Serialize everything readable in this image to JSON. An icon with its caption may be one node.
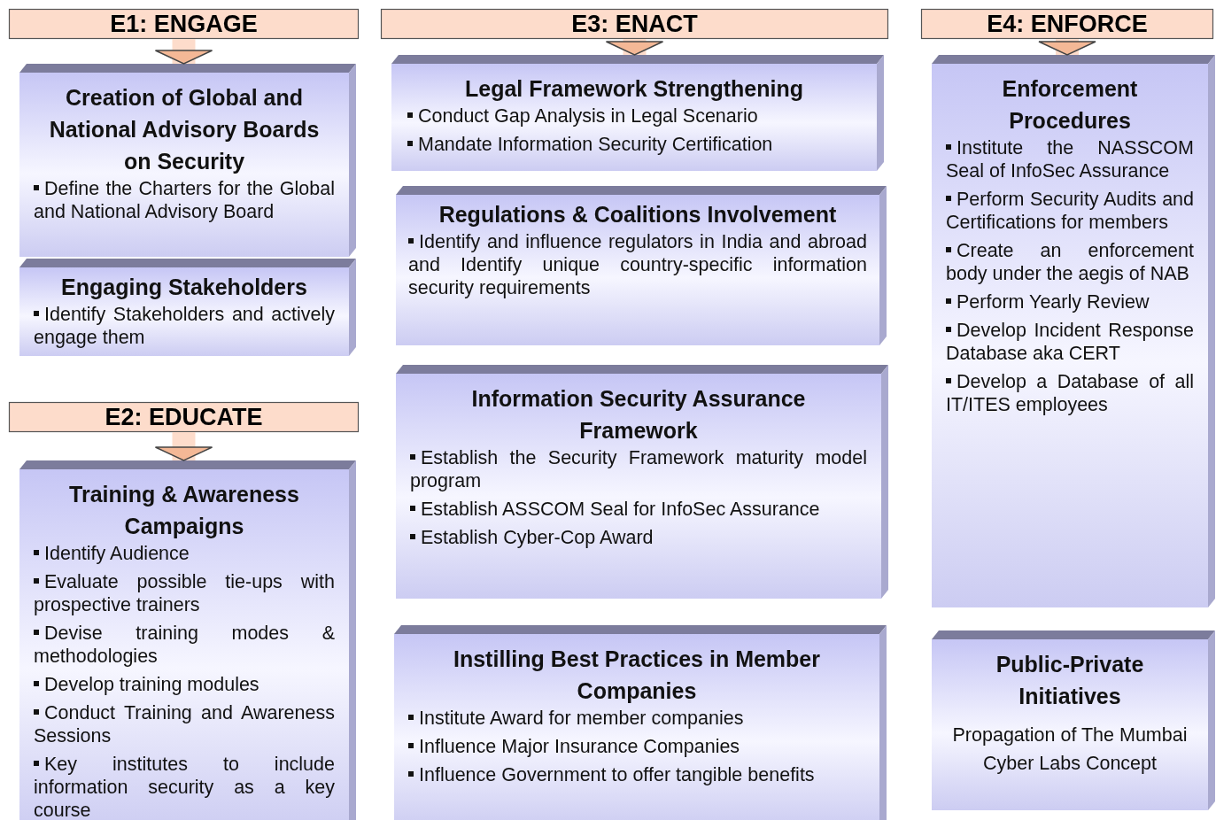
{
  "diagram": {
    "nodes": [
      {
        "text": [
          "E1: ENGAGE"
        ]
      },
      {
        "text": [
          "Creation of Global and National Advisory Boards on Security",
          "Define the Charters for the Global and National Advisory Board"
        ]
      },
      {
        "text": [
          "Engaging Stakeholders",
          "Identify Stakeholders and actively engage them"
        ]
      },
      {
        "text": [
          "E2: EDUCATE"
        ]
      },
      {
        "text": [
          "Training & Awareness Campaigns",
          "Identify Audience",
          "Evaluate possible tie-ups with prospective trainers",
          "Devise training modes & methodologies",
          "Develop training modules",
          "Conduct Training and Awareness Sessions",
          "Key institutes to include information security as a key course"
        ]
      },
      {
        "text": [
          "E3: ENACT"
        ]
      },
      {
        "text": [
          "Legal Framework Strengthening",
          "Conduct Gap Analysis in Legal Scenario",
          "Mandate Information Security Certification"
        ]
      },
      {
        "text": [
          "Regulations & Coalitions Involvement",
          "Identify and influence regulators in India and abroad and Identify unique country-specific information security requirements"
        ]
      },
      {
        "text": [
          "Information Security Assurance Framework",
          "Establish the Security Framework maturity model program",
          "Establish ASSCOM Seal for InfoSec Assurance",
          "Establish Cyber-Cop Award"
        ]
      },
      {
        "text": [
          "Instilling Best Practices in Member Companies",
          "Institute Award for member companies",
          "Influence Major Insurance Companies",
          "Influence Government to offer tangible benefits"
        ]
      },
      {
        "text": [
          "E4: ENFORCE"
        ]
      },
      {
        "text": [
          "Enforcement Procedures",
          "Institute the NASSCOM Seal of InfoSec Assurance",
          "Perform Security Audits and Certifications for members",
          "Create an enforcement body under the aegis of NAB",
          "Perform Yearly Review",
          "Develop Incident Response Database aka CERT",
          "Develop a Database of all IT/ITES employees"
        ]
      },
      {
        "text": [
          "Public-Private Initiatives",
          "Propagation of The Mumbai Cyber Labs Concept"
        ]
      }
    ],
    "edges": [
      {
        "from": 0,
        "to": 1,
        "arrow": "to"
      },
      {
        "from": 3,
        "to": 4,
        "arrow": "to"
      },
      {
        "from": 5,
        "to": 6,
        "arrow": "to"
      },
      {
        "from": 10,
        "to": 11,
        "arrow": "to"
      }
    ]
  }
}
